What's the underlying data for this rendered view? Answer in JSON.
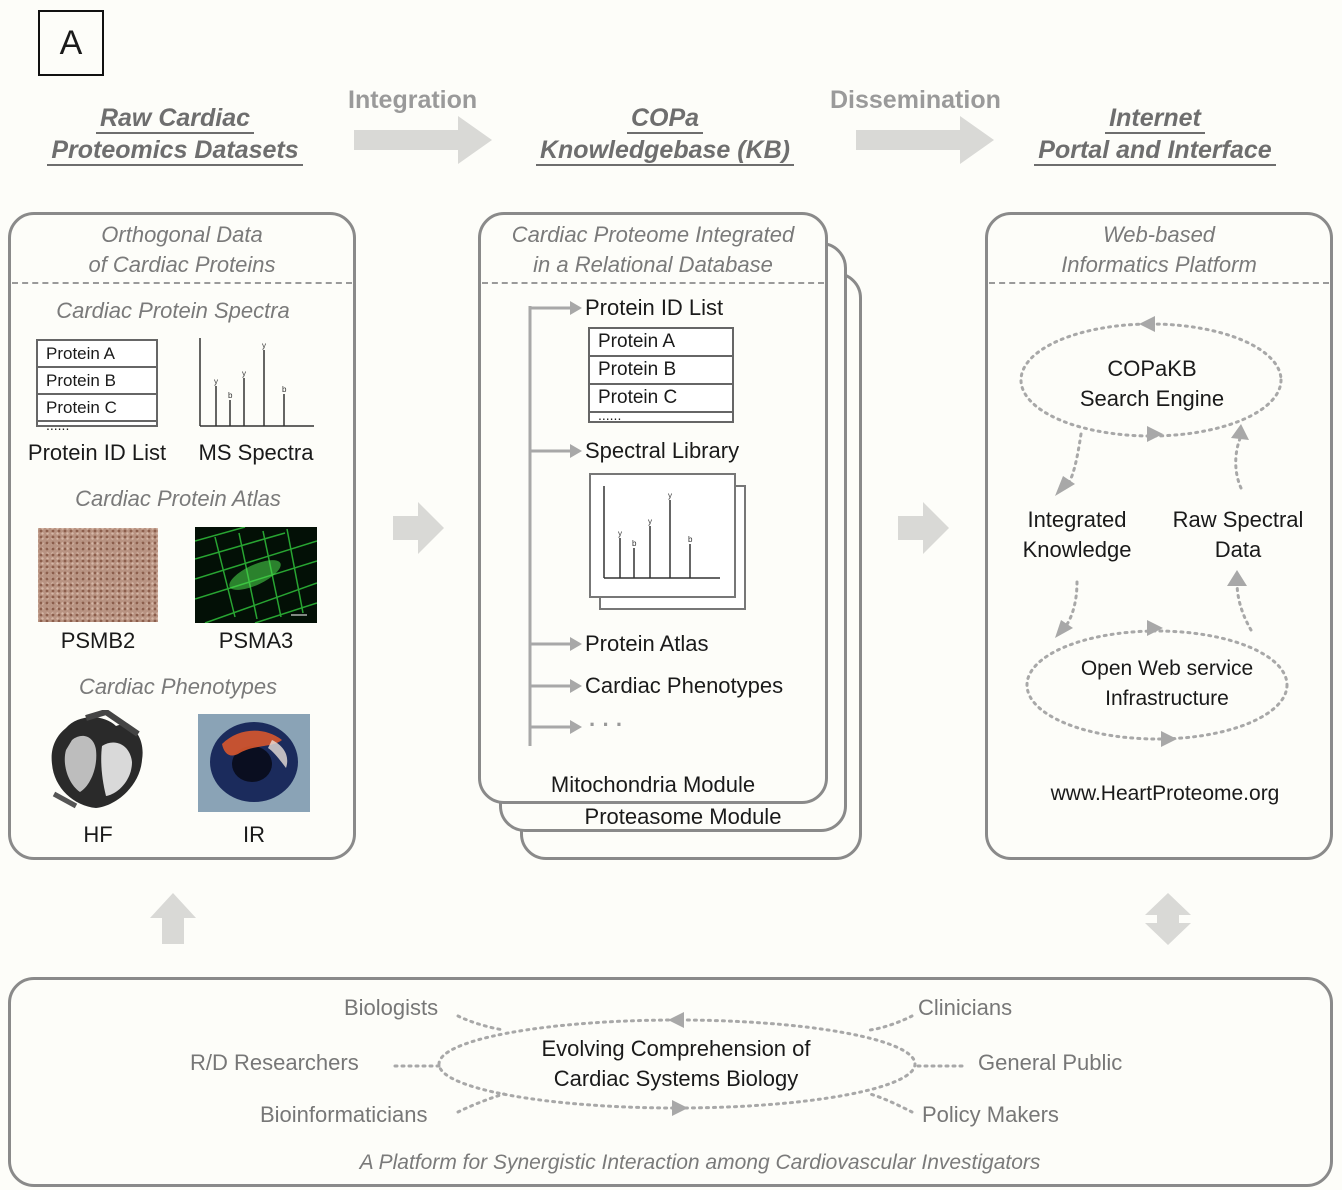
{
  "panel_label": "A",
  "header": {
    "col1_line1": "Raw Cardiac",
    "col1_line2": "Proteomics Datasets",
    "col2_line1": "COPa",
    "col2_line2": "Knowledgebase (KB)",
    "col3_line1": "Internet",
    "col3_line2": "Portal and Interface",
    "flow1": "Integration",
    "flow2": "Dissemination"
  },
  "left": {
    "title_line1": "Orthogonal Data",
    "title_line2": "of Cardiac Proteins",
    "spectra_title": "Cardiac Protein Spectra",
    "protein_list": [
      "Protein A",
      "Protein B",
      "Protein C",
      "......"
    ],
    "protein_id_label": "Protein ID List",
    "ms_label": "MS Spectra",
    "atlas_title": "Cardiac Protein Atlas",
    "psmb2": "PSMB2",
    "psma3": "PSMA3",
    "phenotypes_title": "Cardiac Phenotypes",
    "hf": "HF",
    "ir": "IR"
  },
  "middle": {
    "title_line1": "Cardiac Proteome Integrated",
    "title_line2": "in a Relational Database",
    "protein_id_list": "Protein ID List",
    "protein_list": [
      "Protein A",
      "Protein B",
      "Protein C",
      "......"
    ],
    "spectral_library": "Spectral Library",
    "protein_atlas": "Protein Atlas",
    "cardiac_phenotypes": "Cardiac Phenotypes",
    "ellipsis": "· · ·",
    "mito_module": "Mitochondria Module",
    "proteasome_module": "Proteasome Module"
  },
  "right": {
    "title_line1": "Web-based",
    "title_line2": "Informatics Platform",
    "search_line1": "COPaKB",
    "search_line2": "Search Engine",
    "integrated_line1": "Integrated",
    "integrated_line2": "Knowledge",
    "raw_line1": "Raw Spectral",
    "raw_line2": "Data",
    "open_line1": "Open Web service",
    "open_line2": "Infrastructure",
    "url": "www.HeartProteome.org"
  },
  "bottom": {
    "biologists": "Biologists",
    "rd": "R/D Researchers",
    "bioinf": "Bioinformaticians",
    "clinicians": "Clinicians",
    "public": "General Public",
    "policy": "Policy Makers",
    "center_line1": "Evolving Comprehension of",
    "center_line2": "Cardiac Systems Biology",
    "caption": "A Platform for Synergistic Interaction among Cardiovascular Investigators"
  },
  "spectrum_ion_labels": [
    "y",
    "b",
    "y",
    "y",
    "b"
  ]
}
